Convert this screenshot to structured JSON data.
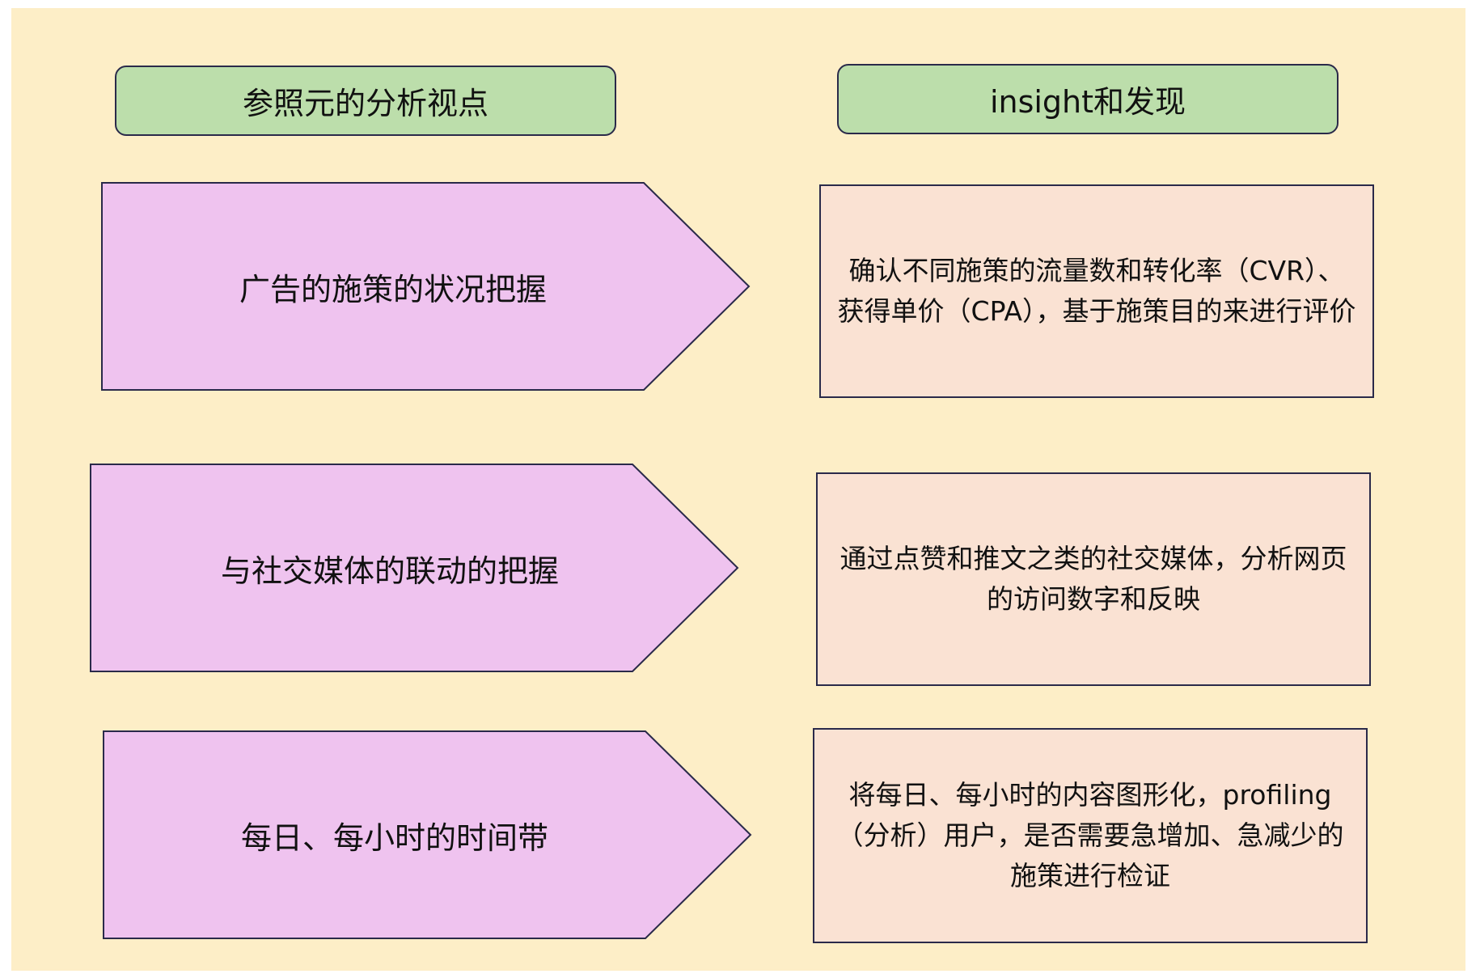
{
  "colors": {
    "background": "#fdeec7",
    "header_fill": "#bcdeab",
    "chevron_fill": "#efc3ef",
    "insight_fill": "#fae2d3",
    "border": "#2a2a4a"
  },
  "headers": {
    "left": "参照元的分析视点",
    "right": "insight和发现"
  },
  "rows": [
    {
      "viewpoint": "广告的施策的状况把握",
      "insight": "确认不同施策的流量数和转化率（CVR）、获得单价（CPA），基于施策目的来进行评价"
    },
    {
      "viewpoint": "与社交媒体的联动的把握",
      "insight": "通过点赞和推文之类的社交媒体，分析网页的访问数字和反映"
    },
    {
      "viewpoint": "每日、每小时的时间带",
      "insight": "将每日、每小时的内容图形化，profiling（分析）用户，是否需要急增加、急减少的施策进行检证"
    }
  ]
}
